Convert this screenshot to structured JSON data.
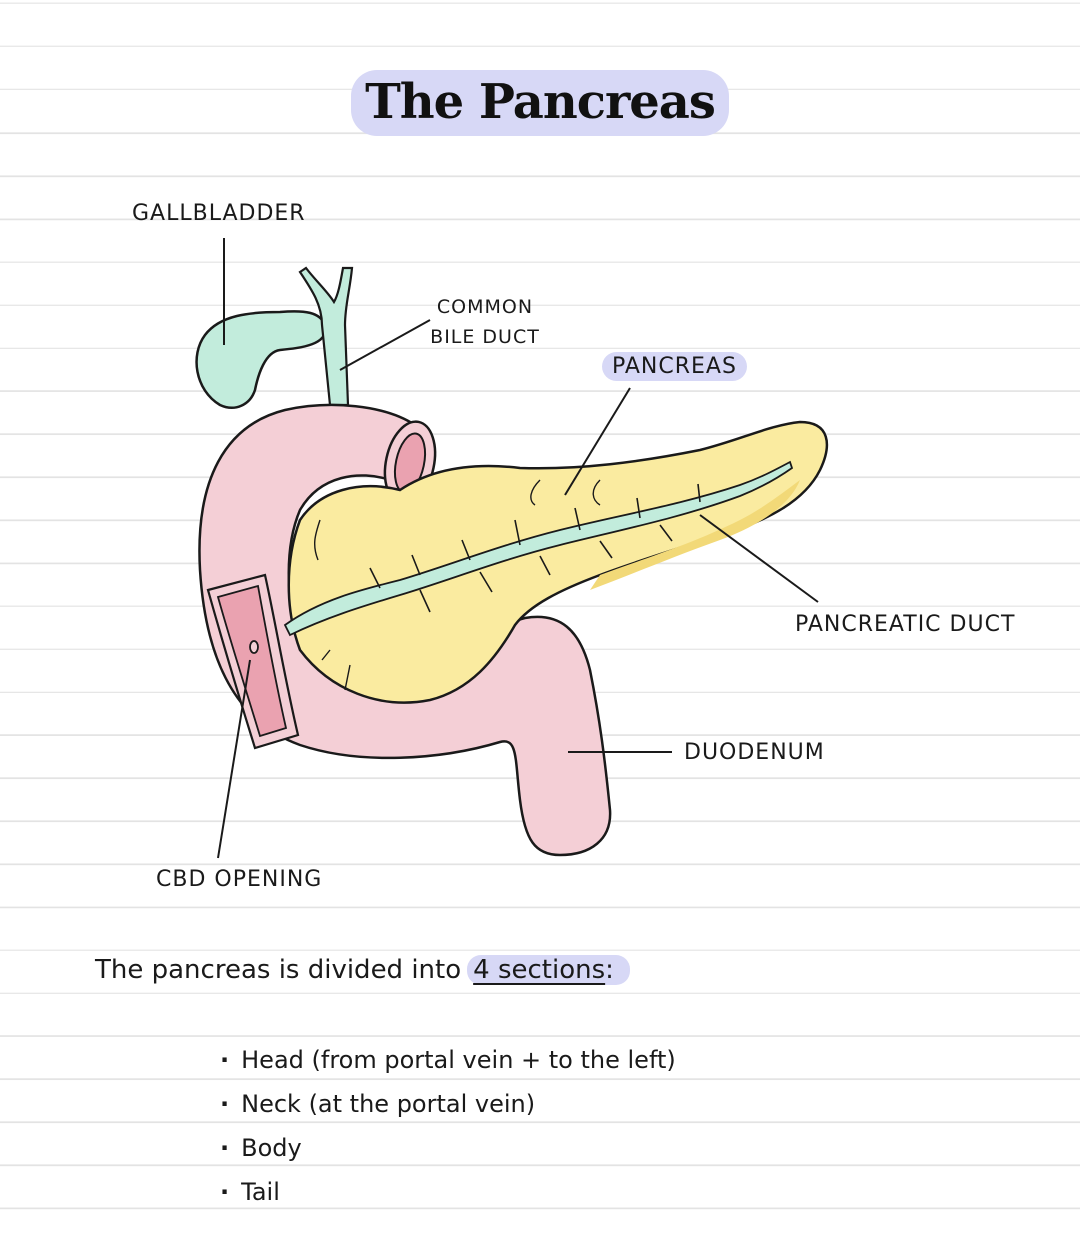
{
  "title": "The Pancreas",
  "labels": {
    "gallbladder": "GALLBLADDER",
    "common_bile_duct": "COMMON BILE DUCT",
    "pancreas": "PANCREAS",
    "pancreatic_duct": "PANCREATIC DUCT",
    "duodenum": "DUODENUM",
    "cbd_opening": "CBD OPENING"
  },
  "note": {
    "text": "The pancreas is divided into",
    "emphasis": "4 sections",
    "suffix": ":"
  },
  "sections": [
    "Head (from portal vein + to the left)",
    "Neck (at the portal vein)",
    "Body",
    "Tail"
  ],
  "colors": {
    "highlight": "#d7d8f6",
    "duodenum": "#f4cfd6",
    "duodenum_inner": "#eaa2b0",
    "pancreas": "#faeba0",
    "pancreas_shade": "#f2d978",
    "gallbladder": "#c2ecdc",
    "duct": "#c2ecdc",
    "outline": "#1a1a1a"
  }
}
